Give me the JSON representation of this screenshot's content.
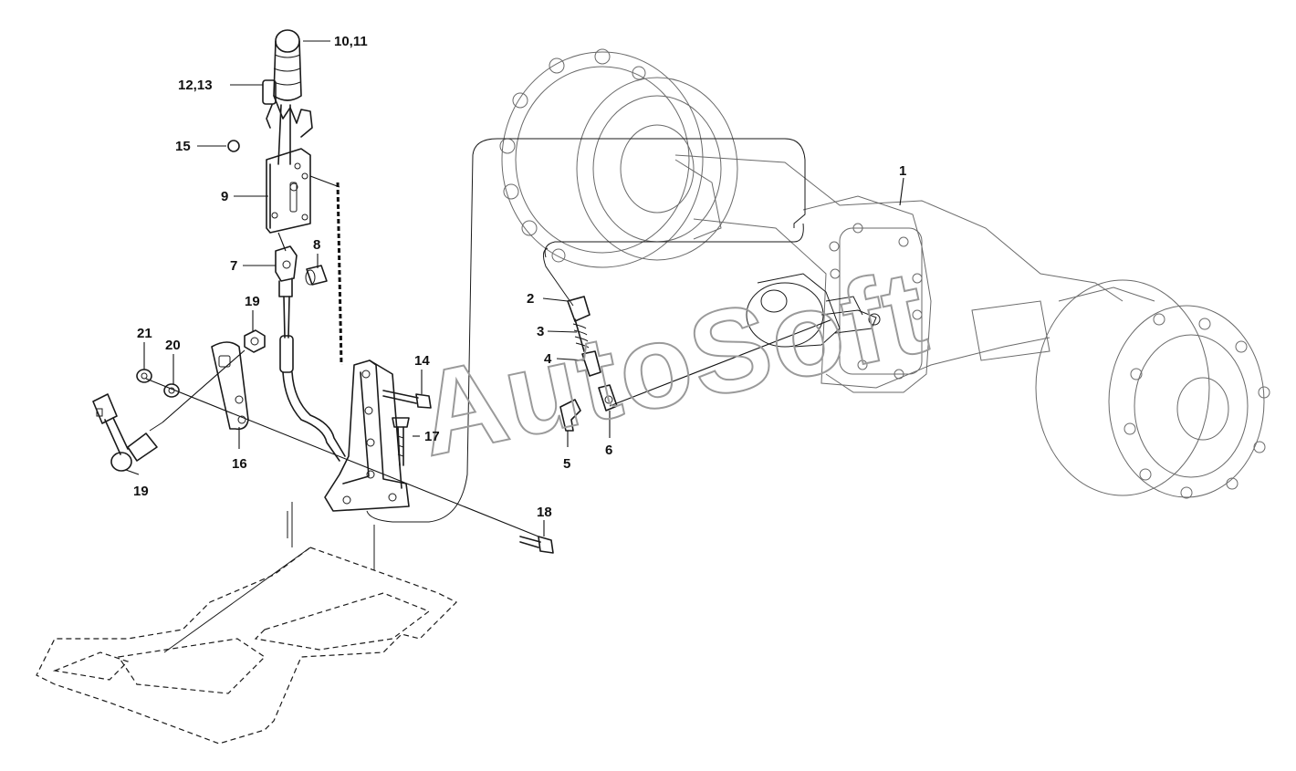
{
  "watermark": "AutoSoft",
  "callouts": {
    "c1": "1",
    "c2": "2",
    "c3": "3",
    "c4": "4",
    "c5": "5",
    "c6": "6",
    "c7": "7",
    "c8": "8",
    "c9": "9",
    "c10_11": "10,11",
    "c12_13": "12,13",
    "c14": "14",
    "c15": "15",
    "c16": "16",
    "c17": "17",
    "c18": "18",
    "c19a": "19",
    "c19b": "19",
    "c20": "20",
    "c21": "21"
  }
}
